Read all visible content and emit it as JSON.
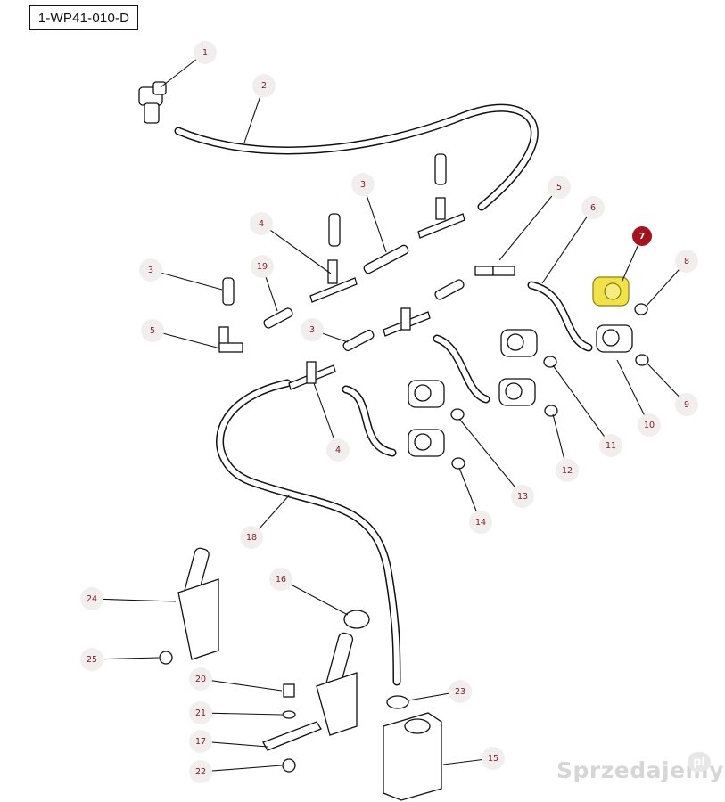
{
  "diagram": {
    "code": "1-WP41-010-D",
    "selected_part": "7",
    "part_refs": [
      "1",
      "2",
      "3",
      "4",
      "5",
      "6",
      "7",
      "8",
      "9",
      "10",
      "11",
      "12",
      "13",
      "14",
      "15",
      "16",
      "17",
      "18",
      "19",
      "20",
      "21",
      "22",
      "23",
      "24",
      "25"
    ]
  },
  "watermark": {
    "text": "Sprzedajemy",
    "badge": "pl"
  },
  "colors": {
    "ref_bubble": "#f3eeee",
    "ref_text": "#7a1a24",
    "selected": "#a3141f",
    "highlight": "#f2e24a",
    "line": "#111111"
  }
}
